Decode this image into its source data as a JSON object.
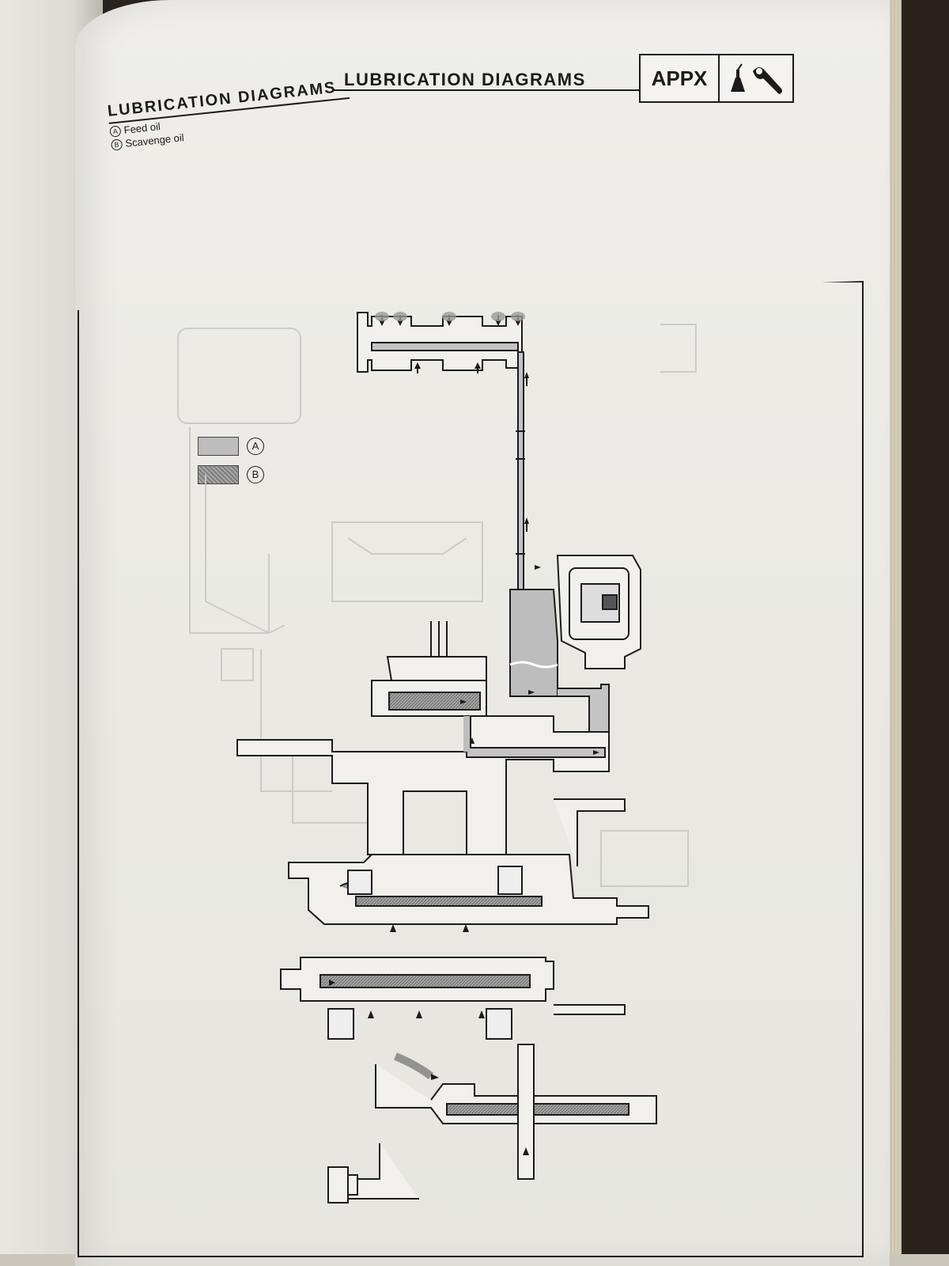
{
  "header": {
    "title": "LUBRICATION DIAGRAMS",
    "badge": "APPX",
    "badge_icon": "oil-can-and-wrench-icon"
  },
  "section": {
    "title": "LUBRICATION DIAGRAMS",
    "legend": [
      {
        "letter": "A",
        "label": "Feed oil"
      },
      {
        "letter": "B",
        "label": "Scavenge oil"
      }
    ]
  },
  "key": [
    {
      "letter": "A",
      "fill": "#bdbdbd"
    },
    {
      "letter": "B",
      "fill": "#8a8a8a"
    }
  ],
  "colors": {
    "ink": "#1b1b1b",
    "paper": "#ecebe6",
    "feed_oil": "#bdbdbd",
    "scavenge_oil": "#8a8a8a"
  }
}
